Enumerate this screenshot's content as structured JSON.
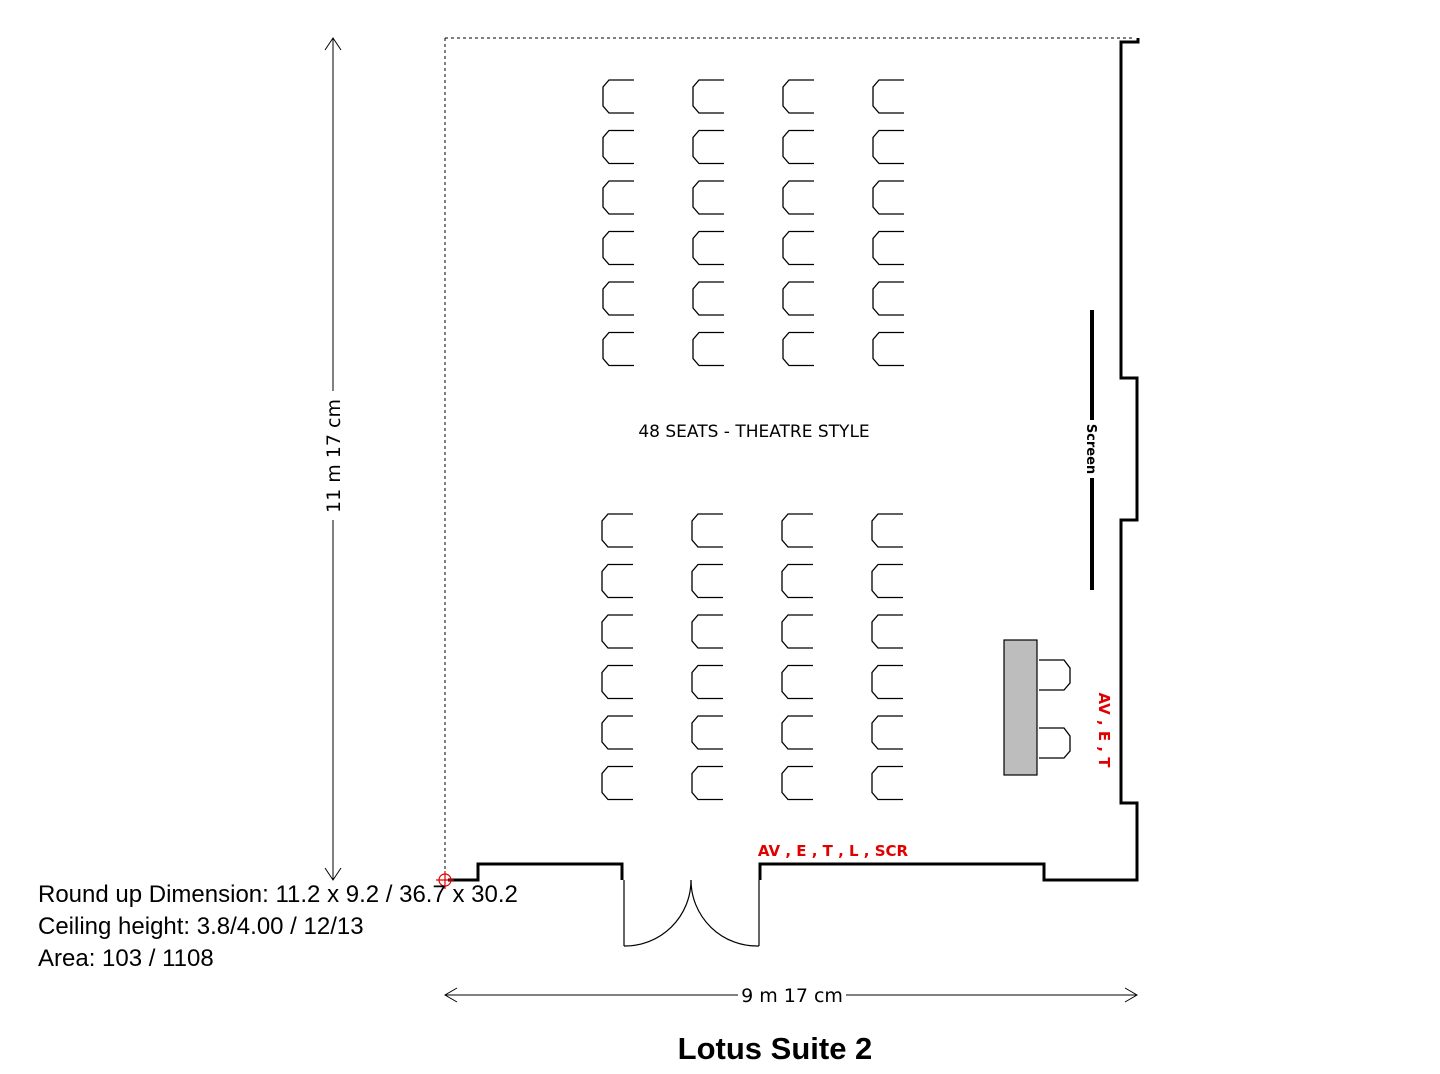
{
  "title": "Lotus Suite 2",
  "seating_label": "48 SEATS - THEATRE STYLE",
  "screen_label": "Screen",
  "width_label": "9 m 17 cm",
  "height_label": "11 m 17 cm",
  "power_label_bottom": "AV , E , T , L , SCR",
  "power_label_right": "AV , E , T",
  "info": {
    "round_up_dimension": "Round up Dimension: 11.2 x 9.2 / 36.7 x 30.2",
    "ceiling_height": "Ceiling height: 3.8/4.00 / 12/13",
    "area": "Area: 103 / 1108"
  },
  "seat_blocks": [
    {
      "name": "front",
      "columns": 4,
      "rows": 6
    },
    {
      "name": "rear",
      "columns": 4,
      "rows": 6
    }
  ],
  "colors": {
    "walls": "#000000",
    "power_labels": "#e00000",
    "table": "#bdbdbd"
  }
}
